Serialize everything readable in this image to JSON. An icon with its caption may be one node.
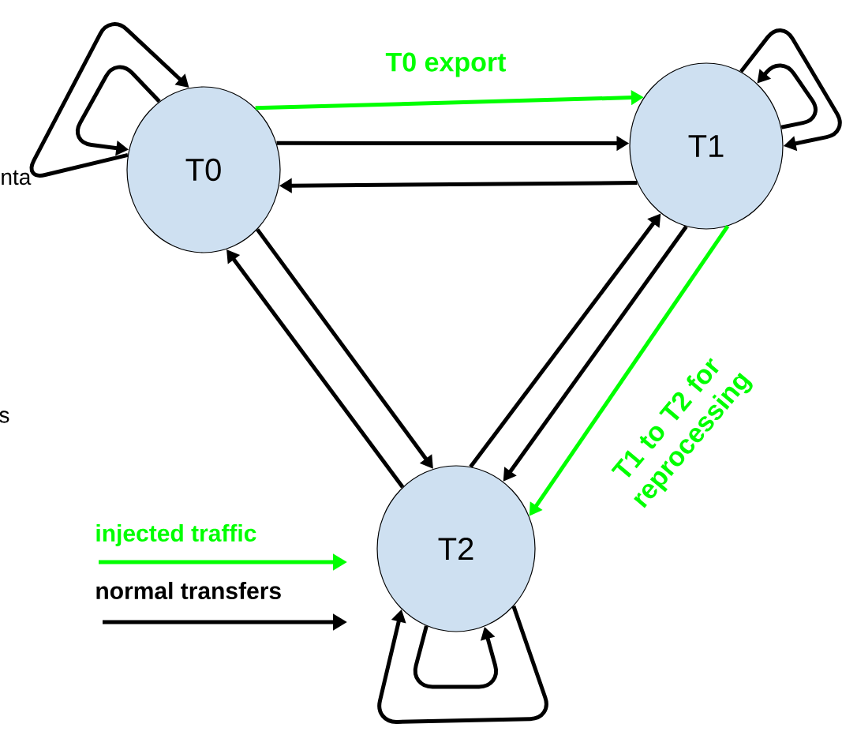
{
  "diagram": {
    "nodes": [
      {
        "text": [
          "T0"
        ]
      },
      {
        "text": [
          "T1"
        ]
      },
      {
        "text": [
          "T2"
        ]
      }
    ],
    "edges": [
      {
        "from": 0,
        "to": 1,
        "arrow": "to",
        "label": "T0 export",
        "color": "#00ff00"
      },
      {
        "from": 0,
        "to": 1,
        "arrow": "to"
      },
      {
        "from": 1,
        "to": 0,
        "arrow": "to"
      },
      {
        "from": 0,
        "to": 2,
        "arrow": "to"
      },
      {
        "from": 2,
        "to": 0,
        "arrow": "to"
      },
      {
        "from": 2,
        "to": 1,
        "arrow": "to"
      },
      {
        "from": 1,
        "to": 2,
        "arrow": "to"
      },
      {
        "from": 1,
        "to": 2,
        "arrow": "to",
        "label": "T1 to T2 for reprocessing",
        "color": "#00ff00"
      },
      {
        "from": 0,
        "to": 0,
        "arrow": "to"
      },
      {
        "from": 0,
        "to": 0,
        "arrow": "to"
      },
      {
        "from": 1,
        "to": 1,
        "arrow": "to"
      },
      {
        "from": 1,
        "to": 1,
        "arrow": "to"
      },
      {
        "from": 2,
        "to": 2,
        "arrow": "to"
      },
      {
        "from": 2,
        "to": 2,
        "arrow": "to"
      }
    ],
    "labels": [
      "nta",
      "s"
    ],
    "legend": [
      {
        "text": "injected traffic",
        "color": "#00ff00"
      },
      {
        "text": "normal transfers",
        "color": "#000000"
      }
    ]
  }
}
